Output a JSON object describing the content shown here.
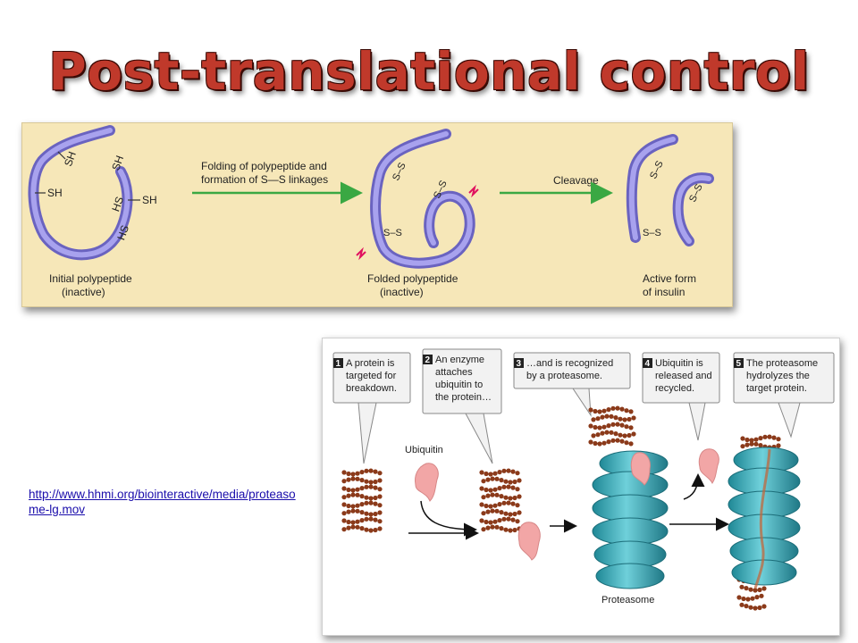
{
  "title": "Post-translational control",
  "link": "http://www.hhmi.org/biointeractive/media/proteasome-lg.mov",
  "insulin": {
    "step1_line1": "Folding of polypeptide and",
    "step1_line2": "formation of S—S linkages",
    "step2": "Cleavage",
    "label1_line1": "Initial polypeptide",
    "label1_line2": "(inactive)",
    "label2_line1": "Folded polypeptide",
    "label2_line2": "(inactive)",
    "label3_line1": "Active form",
    "label3_line2": "of insulin",
    "sh": "SH",
    "hs": "HS",
    "ss": "S–S"
  },
  "proteasome": {
    "callouts": [
      {
        "num": "1",
        "lines": [
          "A protein is",
          "targeted for",
          "breakdown."
        ]
      },
      {
        "num": "2",
        "lines": [
          "An enzyme",
          "attaches",
          "ubiquitin to",
          "the protein…"
        ]
      },
      {
        "num": "3",
        "lines": [
          "…and is recognized",
          "by a proteasome."
        ]
      },
      {
        "num": "4",
        "lines": [
          "Ubiquitin is",
          "released and",
          "recycled."
        ]
      },
      {
        "num": "5",
        "lines": [
          "The proteasome",
          "hydrolyzes the",
          "target protein."
        ]
      }
    ],
    "ubiquitin_label": "Ubiquitin",
    "proteasome_label": "Proteasome"
  },
  "colors": {
    "title": "#c0392b",
    "panel_bg": "#f6e7b8",
    "strand": "#8a84d8",
    "arrow_green": "#3aa843",
    "bead": "#8b3a1a",
    "ubiquitin": "#f2a6a6",
    "proteasome": "#3aa6b4"
  }
}
